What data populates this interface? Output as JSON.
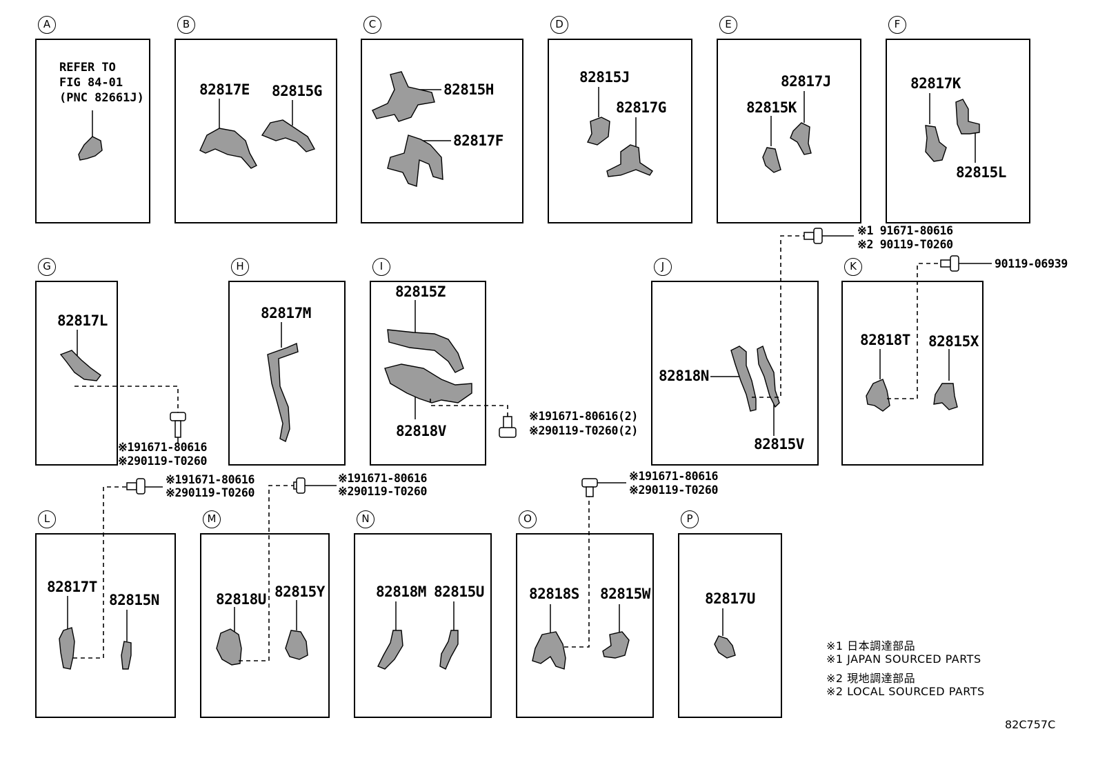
{
  "panels": {
    "A": {
      "badge": "A",
      "note": [
        "REFER TO",
        "FIG 84-01",
        "(PNC 82661J)"
      ]
    },
    "B": {
      "badge": "B",
      "parts": [
        "82817E",
        "82815G"
      ]
    },
    "C": {
      "badge": "C",
      "parts": [
        "82815H",
        "82817F"
      ]
    },
    "D": {
      "badge": "D",
      "parts": [
        "82815J",
        "82817G"
      ]
    },
    "E": {
      "badge": "E",
      "parts": [
        "82817J",
        "82815K"
      ]
    },
    "F": {
      "badge": "F",
      "parts": [
        "82817K",
        "82815L"
      ]
    },
    "G": {
      "badge": "G",
      "parts": [
        "82817L"
      ]
    },
    "H": {
      "badge": "H",
      "parts": [
        "82817M"
      ]
    },
    "I": {
      "badge": "I",
      "parts": [
        "82815Z",
        "82818V"
      ]
    },
    "J": {
      "badge": "J",
      "parts": [
        "82818N",
        "82815V"
      ]
    },
    "K": {
      "badge": "K",
      "parts": [
        "82818T",
        "82815X"
      ]
    },
    "L": {
      "badge": "L",
      "parts": [
        "82817T",
        "82815N"
      ]
    },
    "M": {
      "badge": "M",
      "parts": [
        "82818U",
        "82815Y"
      ]
    },
    "N": {
      "badge": "N",
      "parts": [
        "82818M",
        "82815U"
      ]
    },
    "O": {
      "badge": "O",
      "parts": [
        "82818S",
        "82815W"
      ]
    },
    "P": {
      "badge": "P",
      "parts": [
        "82817U"
      ]
    }
  },
  "fasteners": {
    "G": [
      "※191671-80616",
      "※290119-T0260"
    ],
    "I": [
      "※191671-80616(2)",
      "※290119-T0260(2)"
    ],
    "J": [
      "※1 91671-80616",
      "※2 90119-T0260"
    ],
    "K": [
      "90119-06939"
    ],
    "L": [
      "※191671-80616",
      "※290119-T0260"
    ],
    "M": [
      "※191671-80616",
      "※290119-T0260"
    ],
    "O": [
      "※191671-80616",
      "※290119-T0260"
    ]
  },
  "legend": [
    "※1 日本調達部品",
    "※1 JAPAN SOURCED PARTS",
    "※2 現地調達部品",
    "※2 LOCAL SOURCED PARTS"
  ],
  "diagram_code": "82C757C"
}
